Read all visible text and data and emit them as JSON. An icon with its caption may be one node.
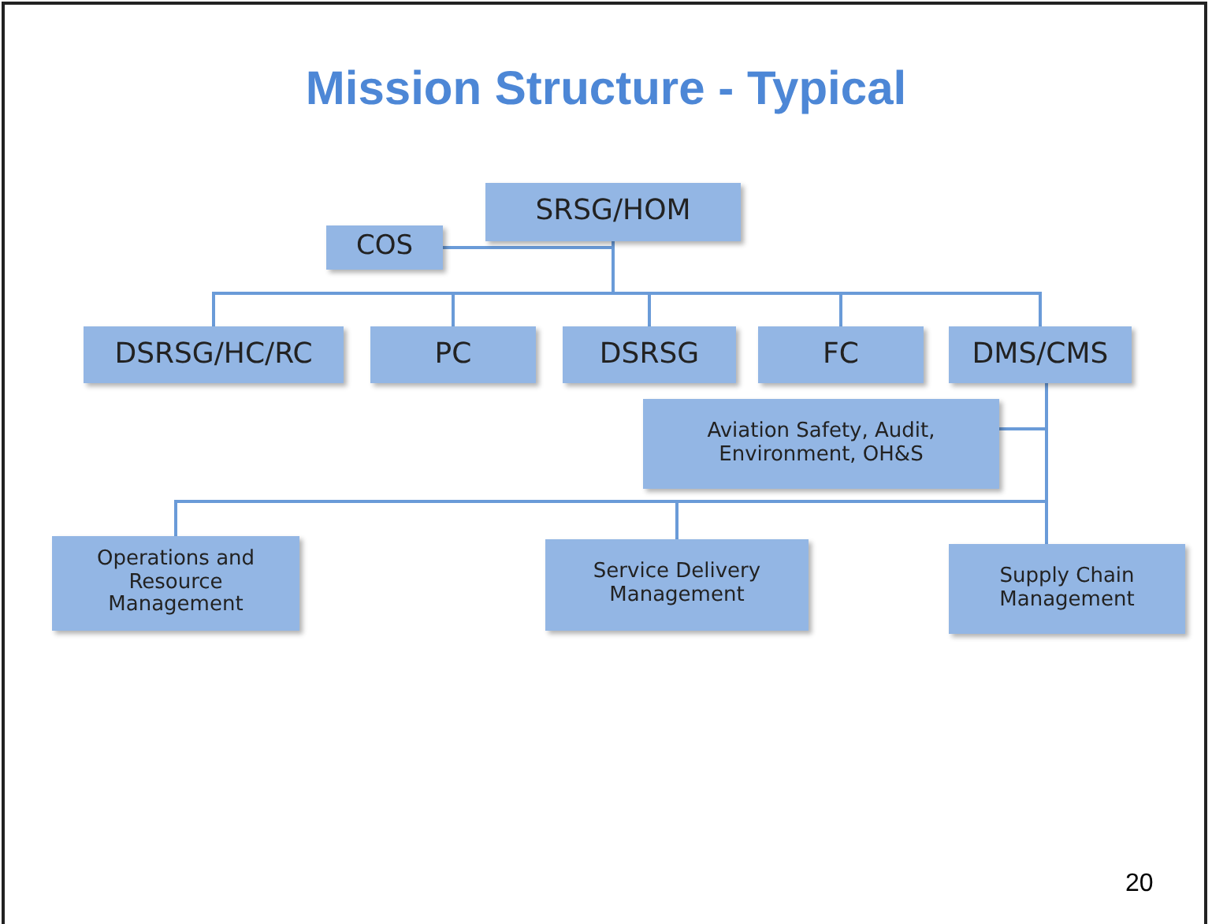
{
  "diagram": {
    "title": "Mission Structure - Typical",
    "nodes": [
      {
        "text": [
          "SRSG/HOM"
        ]
      },
      {
        "text": [
          "COS"
        ]
      },
      {
        "text": [
          "DSRSG/HC/RC"
        ]
      },
      {
        "text": [
          "PC"
        ]
      },
      {
        "text": [
          "DSRSG"
        ]
      },
      {
        "text": [
          "FC"
        ]
      },
      {
        "text": [
          "DMS/CMS"
        ]
      },
      {
        "text": [
          "Aviation Safety, Audit, Environment, OH&S"
        ]
      },
      {
        "text": [
          "Operations and Resource Management"
        ]
      },
      {
        "text": [
          "Service Delivery Management"
        ]
      },
      {
        "text": [
          "Supply Chain Management"
        ]
      }
    ],
    "edges": [
      {
        "from": 0,
        "to": 1,
        "arrow": "none"
      },
      {
        "from": 0,
        "to": 2,
        "arrow": "none"
      },
      {
        "from": 0,
        "to": 3,
        "arrow": "none"
      },
      {
        "from": 0,
        "to": 4,
        "arrow": "none"
      },
      {
        "from": 0,
        "to": 5,
        "arrow": "none"
      },
      {
        "from": 0,
        "to": 6,
        "arrow": "none"
      },
      {
        "from": 6,
        "to": 7,
        "arrow": "none"
      },
      {
        "from": 6,
        "to": 8,
        "arrow": "none"
      },
      {
        "from": 6,
        "to": 9,
        "arrow": "none"
      },
      {
        "from": 6,
        "to": 10,
        "arrow": "none"
      }
    ],
    "labels": [
      "20"
    ]
  }
}
